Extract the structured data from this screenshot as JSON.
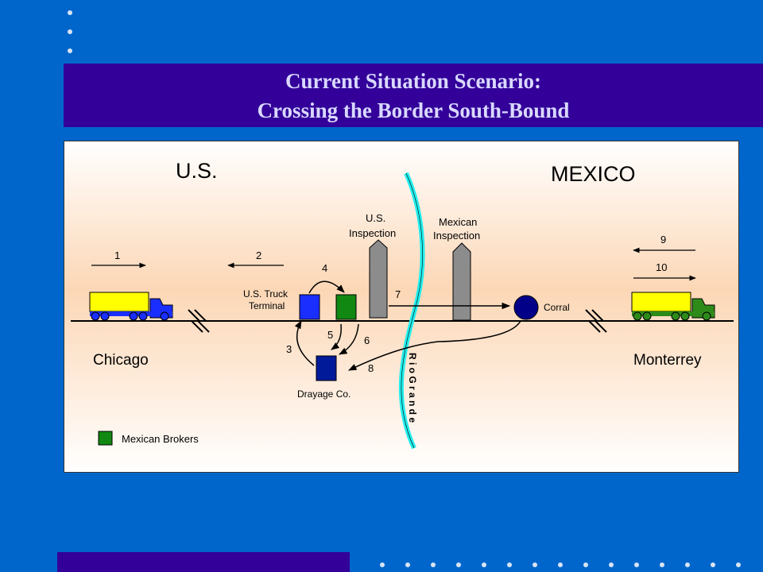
{
  "slide": {
    "title_line1": "Current Situation Scenario:",
    "title_line2": "Crossing the Border South-Bound"
  },
  "diagram": {
    "countries": {
      "us": "U.S.",
      "mexico": "MEXICO"
    },
    "cities": {
      "origin": "Chicago",
      "destination": "Monterrey"
    },
    "facilities": {
      "us_inspection_line1": "U.S.",
      "us_inspection_line2": "Inspection",
      "mx_inspection_line1": "Mexican",
      "mx_inspection_line2": "Inspection",
      "truck_terminal_line1": "U.S. Truck",
      "truck_terminal_line2": "Terminal",
      "drayage": "Drayage Co.",
      "corral": "Corral"
    },
    "river": "R i o   G r a n d e",
    "steps": [
      "1",
      "2",
      "3",
      "4",
      "5",
      "6",
      "7",
      "8",
      "9",
      "10"
    ],
    "legend": {
      "label": "Mexican Brokers",
      "color": "#118811"
    },
    "colors": {
      "us_terminal": "#1A2EFF",
      "broker": "#118811",
      "drayage": "#001A99",
      "corral": "#000088",
      "us_truck_cab": "#1A2EFF",
      "mx_truck_cab": "#2E8B1A",
      "trailer": "#FFFF00",
      "river": "#22EEEE",
      "tower": "#8C8C8C"
    }
  }
}
